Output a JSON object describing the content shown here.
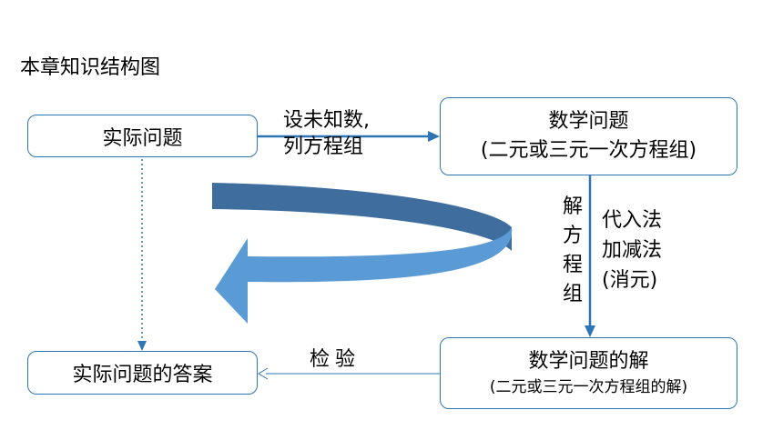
{
  "title": "本章知识结构图",
  "nodes": {
    "actual_problem": "实际问题",
    "math_problem": {
      "line1": "数学问题",
      "line2": "(二元或三元一次方程组)"
    },
    "math_solution": {
      "line1": "数学问题的解",
      "line2": "(二元或三元一次方程组的解)"
    },
    "actual_answer": "实际问题的答案"
  },
  "edges": {
    "setup": {
      "line1": "设未知数,",
      "line2": "列方程组"
    },
    "solve": "解方程组",
    "methods": {
      "line1": "代入法",
      "line2": "加减法",
      "line3": "(消元)"
    },
    "check": "检验"
  },
  "colors": {
    "box_border": "#2e75b6",
    "arrow": "#2e75b6",
    "curved_arrow_light": "#5b9bd5",
    "curved_arrow_dark": "#41719c"
  }
}
